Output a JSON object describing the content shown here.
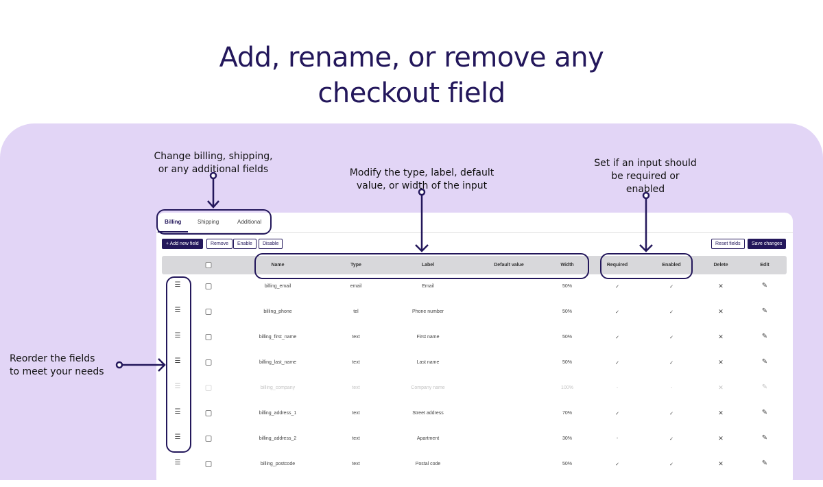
{
  "headline": {
    "line1": "Add, rename, or remove any",
    "line2": "checkout field"
  },
  "annotations": {
    "tabs": {
      "line1": "Change billing, shipping,",
      "line2": "or any additional fields"
    },
    "columns": {
      "line1": "Modify the type, label, default",
      "line2": "value, or width of the input"
    },
    "required": {
      "line1": "Set if an input should",
      "line2": "be required or",
      "line3": "enabled"
    },
    "reorder": {
      "line1": "Reorder the fields",
      "line2": "to meet your needs"
    }
  },
  "tabs": [
    {
      "label": "Billing",
      "active": true
    },
    {
      "label": "Shipping"
    },
    {
      "label": "Additional"
    }
  ],
  "toolbar": {
    "add": "+ Add new field",
    "remove": "Remove",
    "enable": "Enable",
    "disable": "Disable",
    "reset": "Reset fields",
    "save": "Save changes"
  },
  "columns": [
    "Name",
    "Type",
    "Label",
    "Default value",
    "Width",
    "Required",
    "Enabled",
    "Delete",
    "Edit"
  ],
  "rows": [
    {
      "name": "billing_email",
      "type": "email",
      "label": "Email",
      "default": "",
      "width": "50%",
      "required": "✓",
      "enabled": "✓",
      "disabled": false
    },
    {
      "name": "billing_phone",
      "type": "tel",
      "label": "Phone number",
      "default": "",
      "width": "50%",
      "required": "✓",
      "enabled": "✓",
      "disabled": false
    },
    {
      "name": "billing_first_name",
      "type": "text",
      "label": "First name",
      "default": "",
      "width": "50%",
      "required": "✓",
      "enabled": "✓",
      "disabled": false
    },
    {
      "name": "billing_last_name",
      "type": "text",
      "label": "Last name",
      "default": "",
      "width": "50%",
      "required": "✓",
      "enabled": "✓",
      "disabled": false
    },
    {
      "name": "billing_company",
      "type": "text",
      "label": "Company name",
      "default": "",
      "width": "100%",
      "required": "-",
      "enabled": "-",
      "disabled": true
    },
    {
      "name": "billing_address_1",
      "type": "text",
      "label": "Street address",
      "default": "",
      "width": "70%",
      "required": "✓",
      "enabled": "✓",
      "disabled": false
    },
    {
      "name": "billing_address_2",
      "type": "text",
      "label": "Apartment",
      "default": "",
      "width": "30%",
      "required": "-",
      "enabled": "✓",
      "disabled": false
    },
    {
      "name": "billing_postcode",
      "type": "text",
      "label": "Postal code",
      "default": "",
      "width": "50%",
      "required": "✓",
      "enabled": "✓",
      "disabled": false
    }
  ],
  "colors": {
    "brand": "#23175b",
    "panel": "#e2d5f6",
    "header": "#d8d8db"
  }
}
